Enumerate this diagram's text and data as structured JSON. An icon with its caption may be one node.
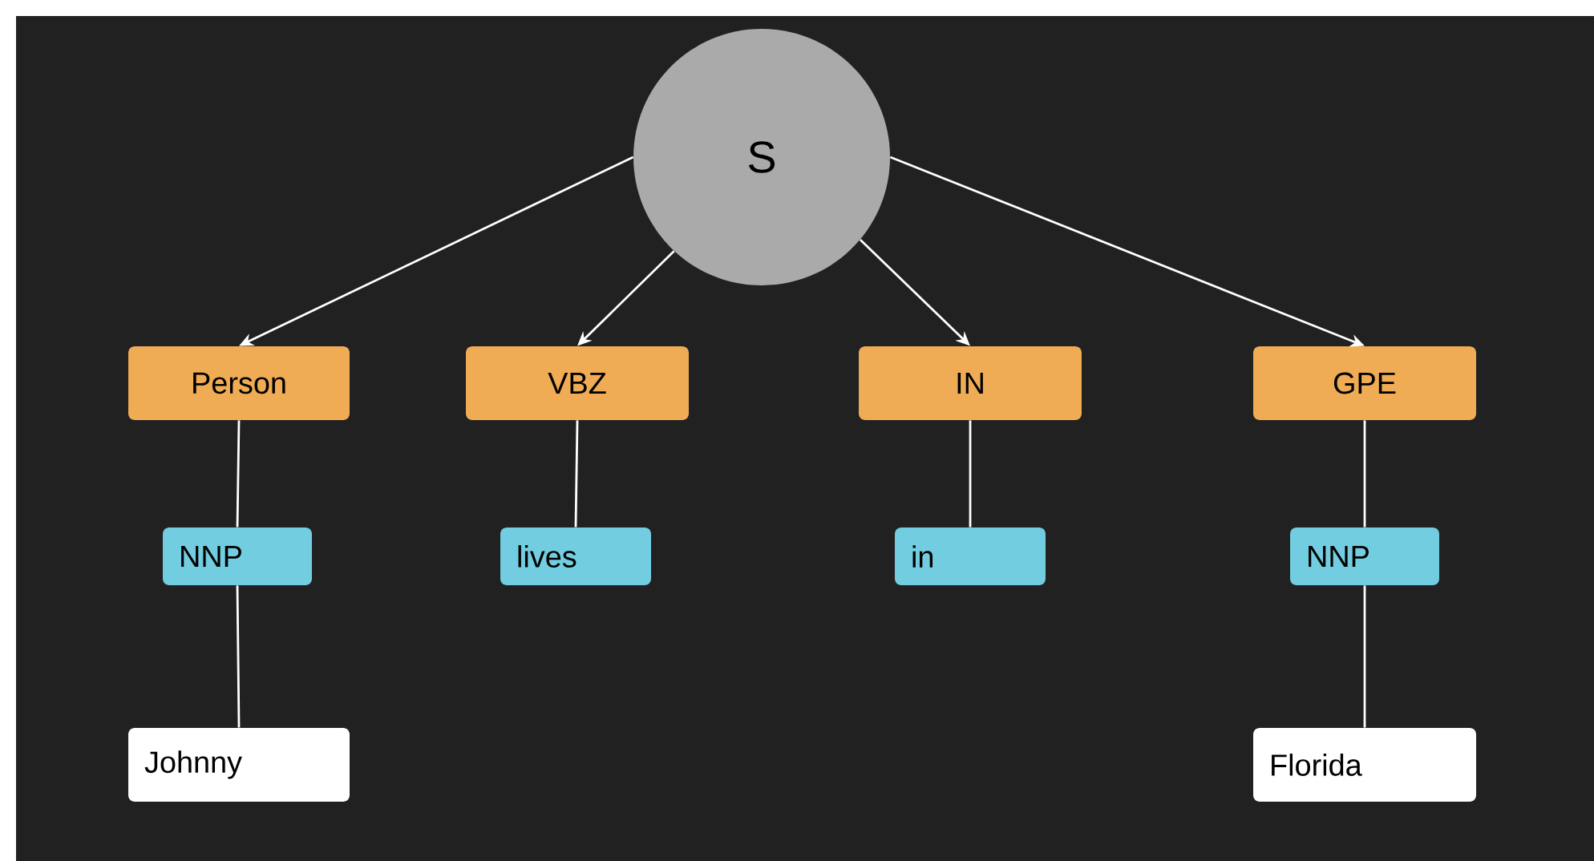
{
  "diagram": {
    "nodes": [
      {
        "text": [
          "S"
        ]
      },
      {
        "text": [
          "Person"
        ]
      },
      {
        "text": [
          "VBZ"
        ]
      },
      {
        "text": [
          "IN"
        ]
      },
      {
        "text": [
          "GPE"
        ]
      },
      {
        "text": [
          "NNP"
        ]
      },
      {
        "text": [
          "lives"
        ]
      },
      {
        "text": [
          "in"
        ]
      },
      {
        "text": [
          "NNP"
        ]
      },
      {
        "text": [
          "Johnny"
        ]
      },
      {
        "text": [
          "Florida"
        ]
      }
    ],
    "edges": [
      {
        "from": 0,
        "to": 1,
        "arrow": "to"
      },
      {
        "from": 0,
        "to": 2,
        "arrow": "to"
      },
      {
        "from": 0,
        "to": 3,
        "arrow": "to"
      },
      {
        "from": 0,
        "to": 4,
        "arrow": "to"
      },
      {
        "from": 1,
        "to": 5,
        "arrow": "none"
      },
      {
        "from": 2,
        "to": 6,
        "arrow": "none"
      },
      {
        "from": 3,
        "to": 7,
        "arrow": "none"
      },
      {
        "from": 4,
        "to": 8,
        "arrow": "none"
      },
      {
        "from": 5,
        "to": 9,
        "arrow": "none"
      },
      {
        "from": 8,
        "to": 10,
        "arrow": "none"
      }
    ]
  }
}
